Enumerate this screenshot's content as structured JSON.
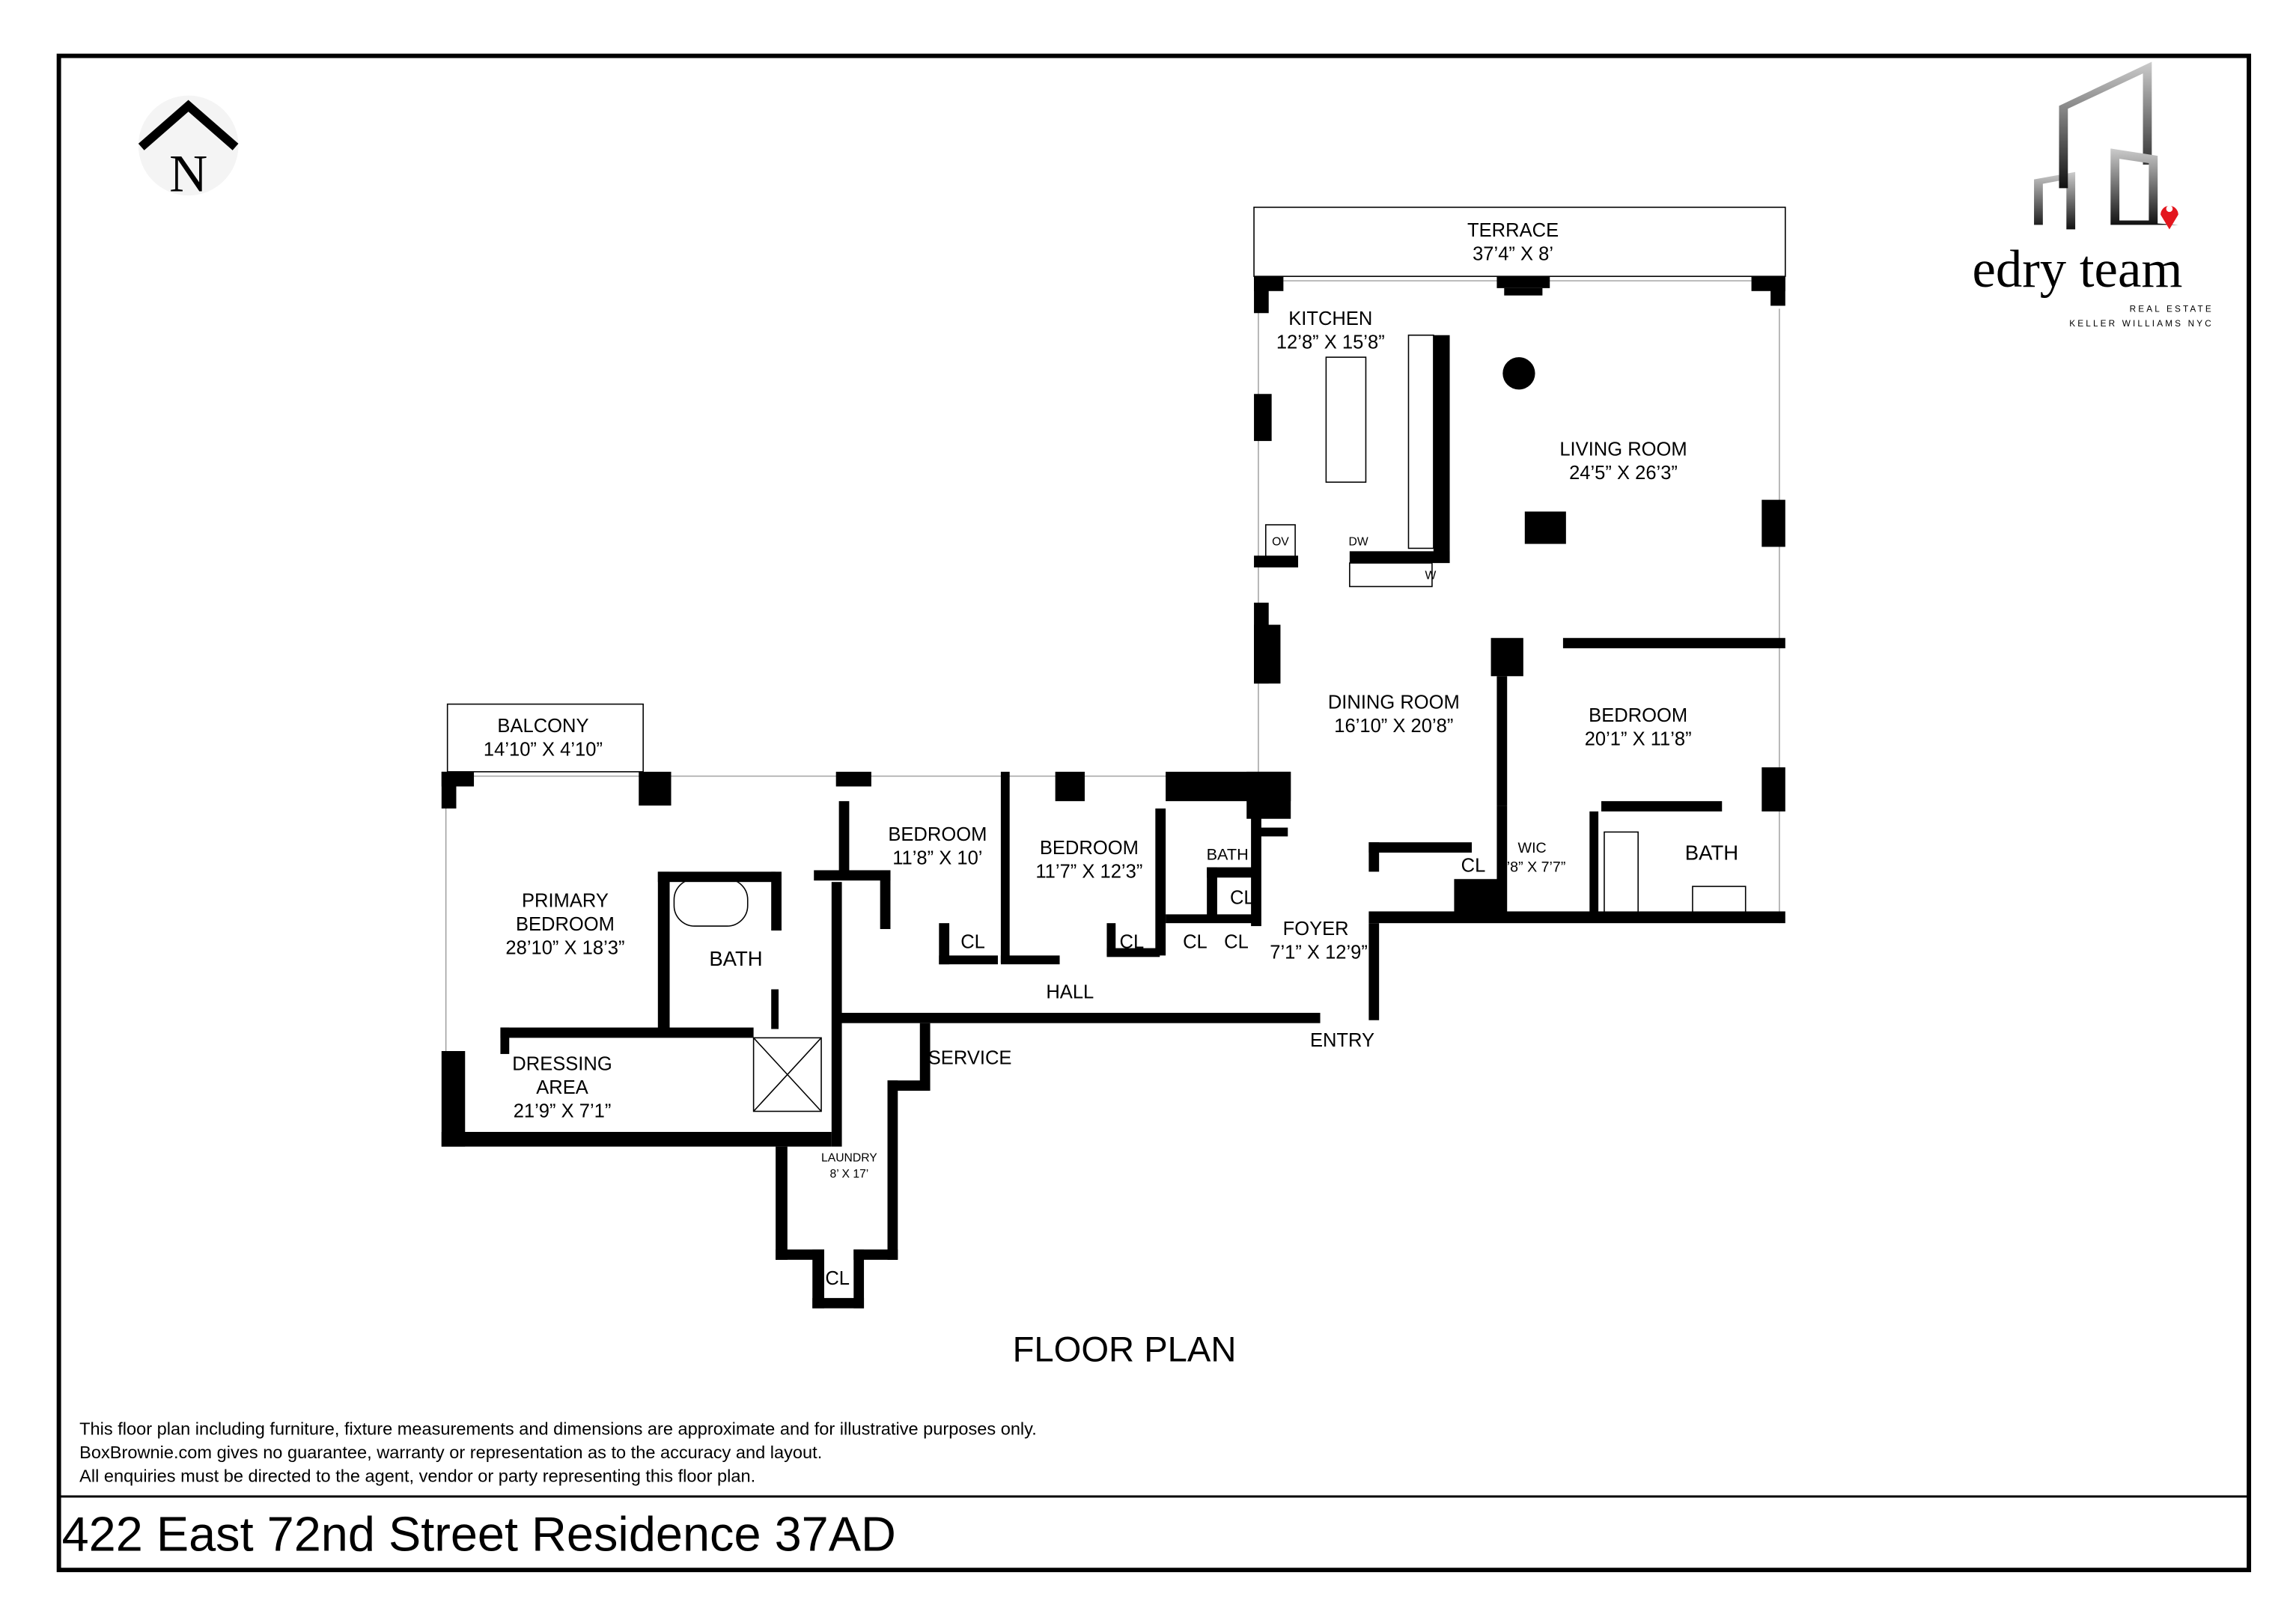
{
  "title": "FLOOR PLAN",
  "address": "422 East 72nd Street Residence 37AD",
  "compass": {
    "label": "N",
    "icon": "north-arrow-icon"
  },
  "logo": {
    "name": "edry team",
    "line1": "REAL ESTATE",
    "line2": "KELLER WILLIAMS NYC",
    "pin_color": "#e3161e"
  },
  "disclaimer": [
    "This floor plan including furniture, fixture measurements and dimensions are approximate and for illustrative purposes only.",
    "BoxBrownie.com gives no guarantee, warranty or representation as to the accuracy and layout.",
    "All enquiries must be directed to the agent, vendor or party representing this floor plan."
  ],
  "rooms": {
    "terrace": {
      "name": "TERRACE",
      "dims": "37’4” X 8’"
    },
    "kitchen": {
      "name": "KITCHEN",
      "dims": "12’8” X 15’8”"
    },
    "living": {
      "name": "LIVING ROOM",
      "dims": "24’5” X 26’3”"
    },
    "dining": {
      "name": "DINING ROOM",
      "dims": "16’10” X 20’8”"
    },
    "bedroom_east": {
      "name": "BEDROOM",
      "dims": "20’1” X 11’8”"
    },
    "wic": {
      "name": "WIC",
      "dims": "6’8” X 7’7”"
    },
    "bath_east": {
      "name": "BATH"
    },
    "balcony": {
      "name": "BALCONY",
      "dims": "14’10” X 4’10”"
    },
    "primary": {
      "name1": "PRIMARY",
      "name2": "BEDROOM",
      "dims": "28’10” X 18’3”"
    },
    "primary_bath": {
      "name": "BATH"
    },
    "dressing": {
      "name1": "DRESSING",
      "name2": "AREA",
      "dims": "21’9” X 7’1”"
    },
    "bedroom_2": {
      "name": "BEDROOM",
      "dims": "11’8” X 10’"
    },
    "bedroom_3": {
      "name": "BEDROOM",
      "dims": "11’7” X 12’3”"
    },
    "bath_small": {
      "name": "BATH"
    },
    "foyer": {
      "name": "FOYER",
      "dims": "7’1” X 12’9”"
    },
    "hall": {
      "name": "HALL"
    },
    "entry": {
      "name": "ENTRY"
    },
    "service": {
      "name": "SERVICE"
    },
    "laundry": {
      "name": "LAUNDRY",
      "dims": "8’ X 17’"
    },
    "closet": "CL",
    "oven": "OV",
    "dishwasher": "DW",
    "wine": "W"
  }
}
